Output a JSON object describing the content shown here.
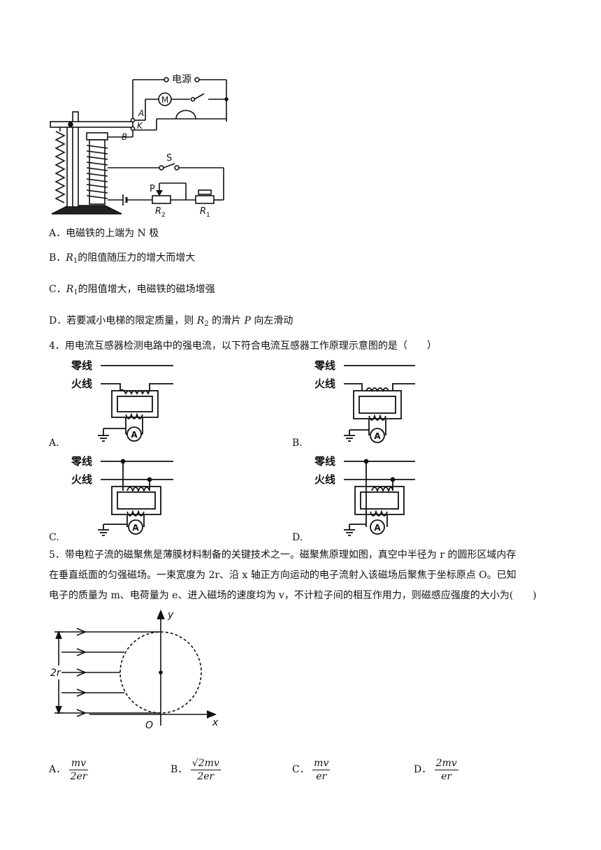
{
  "fig_elevator": {
    "power_label": "电源",
    "motor_label": "M",
    "contact_a": "A",
    "contact_k": "K",
    "contact_b": "B",
    "switch_label": "S",
    "slider_label": "P",
    "r2_label": "R",
    "r2_sub": "2",
    "r1_label": "R",
    "r1_sub": "1"
  },
  "q3_options": {
    "a": "A．电磁铁的上端为 N 极",
    "b_prefix": "B．",
    "b_var": "R",
    "b_sub": "1",
    "b_text": "的阻值随压力的增大而增大",
    "c_prefix": "C．",
    "c_var": "R",
    "c_sub": "1",
    "c_text": "的阻值增大，电磁铁的磁场增强",
    "d_prefix": "D．若要减小电梯的限定质量，则 ",
    "d_var": "R",
    "d_sub": "2",
    "d_mid": " 的滑片 ",
    "d_p": "P",
    "d_end": " 向左滑动"
  },
  "q4": {
    "stem": "4．用电流互感器检测电路中的强电流，以下符合电流互感器工作原理示意图的是（　　）",
    "neutral_label": "零线",
    "live_label": "火线",
    "ammeter_label": "A",
    "option_labels": [
      "A.",
      "B.",
      "C.",
      "D."
    ]
  },
  "q5": {
    "line1": "5．带电粒子流的磁聚焦是薄膜材料制备的关键技术之一。磁聚焦原理如图，真空中半径为 r 的圆形区域内存",
    "line2": "在垂直纸面的匀强磁场。一束宽度为 2r、沿 x 轴正方向运动的电子流射入该磁场后聚焦于坐标原点 O。已知",
    "line3": "电子的质量为 m、电荷量为 e、进入磁场的速度均为 v，不计粒子间的相互作用力，则磁感应强度的大小为(　　)",
    "fig_width_label": "2r",
    "fig_origin": "O",
    "fig_x": "x",
    "fig_y": "y",
    "options": [
      {
        "label": "A．",
        "num": "mv",
        "den": "2er"
      },
      {
        "label": "B．",
        "num": "√2mv",
        "den": "2er"
      },
      {
        "label": "C．",
        "num": "mv",
        "den": "er"
      },
      {
        "label": "D．",
        "num": "2mv",
        "den": "er"
      }
    ]
  }
}
